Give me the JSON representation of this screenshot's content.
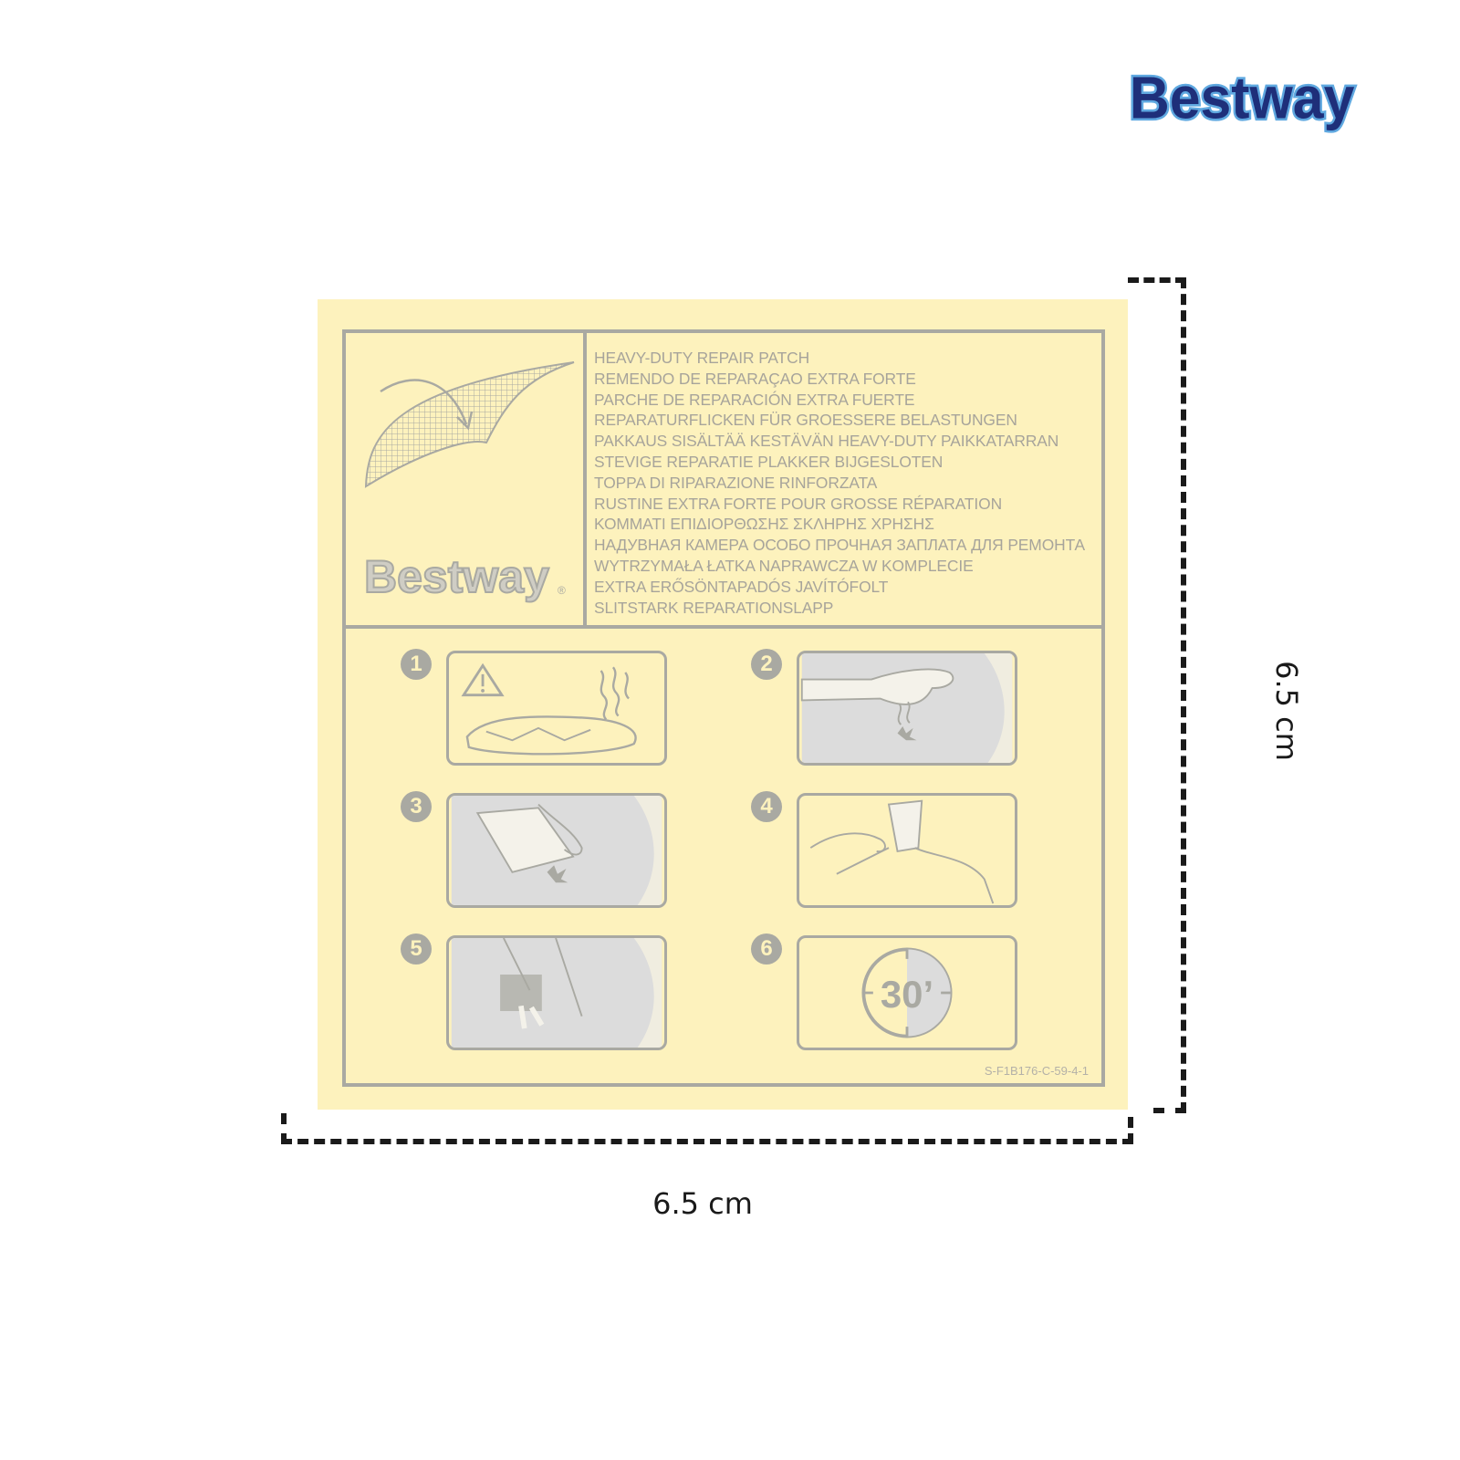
{
  "brand": {
    "name": "Bestway",
    "logo_color": "#1e2f7a",
    "logo_outline_color": "#5fa8e0"
  },
  "patch": {
    "background_color": "#fdf2bd",
    "line_color": "#a9a9a2",
    "logo_text": "Bestway",
    "registered_mark": "®",
    "languages": [
      "HEAVY-DUTY REPAIR PATCH",
      "REMENDO DE REPARAÇAO EXTRA FORTE",
      "PARCHE DE REPARACIÓN EXTRA FUERTE",
      "REPARATURFLICKEN FÜR GROESSERE BELASTUNGEN",
      "PAKKAUS SISÄLTÄÄ KESTÄVÄN HEAVY-DUTY PAIKKATARRAN",
      "STEVIGE REPARATIE PLAKKER BIJGESLOTEN",
      "TOPPA DI RIPARAZIONE RINFORZATA",
      "RUSTINE EXTRA FORTE POUR GROSSE RÉPARATION",
      "ΚΟΜΜΑΤΙ ΕΠΙΔΙΟΡΘΩΣΗΣ ΣΚΛΗΡΗΣ ΧΡΗΣΗΣ",
      "НАДУВНАЯ КАМЕРА ОСОБО ПРОЧНАЯ ЗАПЛАТА ДЛЯ РЕМОНТА",
      "WYTRZYMAŁA ŁATKA NAPRAWCZA W KOMPLECIE",
      "EXTRA ERŐSÖNTAPADÓS JAVÍTÓFOLT",
      "SLITSTARK REPARATIONSLAPP"
    ],
    "steps": [
      {
        "number": "1",
        "icon": "warning-deflate-icon"
      },
      {
        "number": "2",
        "icon": "hand-feel-leak-icon"
      },
      {
        "number": "3",
        "icon": "hand-clean-surface-icon"
      },
      {
        "number": "4",
        "icon": "peel-backing-icon"
      },
      {
        "number": "5",
        "icon": "press-patch-icon"
      },
      {
        "number": "6",
        "icon": "clock-30-icon",
        "timer_label": "30’"
      }
    ],
    "code": "S-F1B176-C-59-4-1"
  },
  "dimensions": {
    "width_label": "6.5 cm",
    "height_label": "6.5 cm",
    "line_color": "#1a1a1a"
  }
}
